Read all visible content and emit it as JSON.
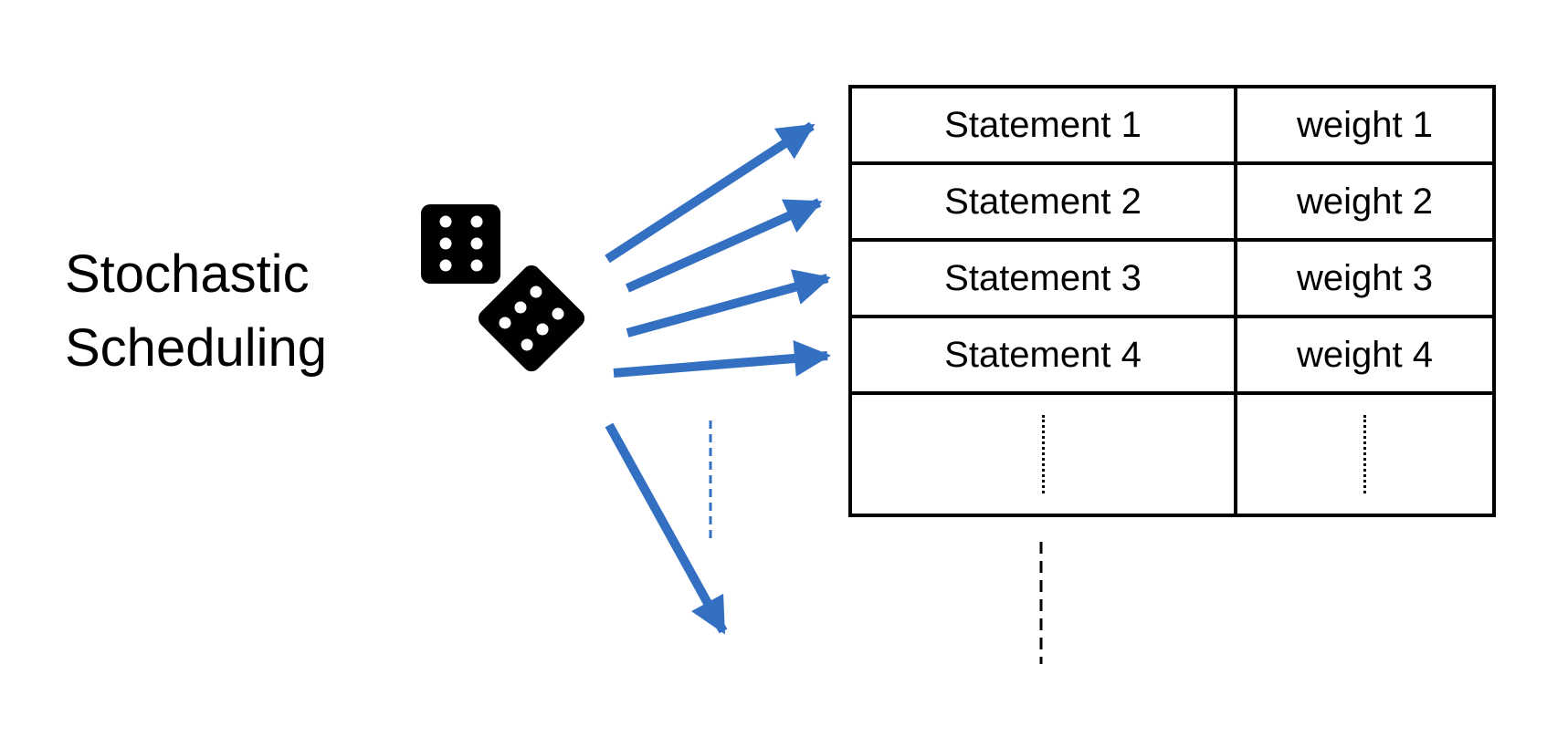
{
  "title": [
    "Stochastic",
    "Scheduling"
  ],
  "table": {
    "rows": [
      {
        "statement": "Statement 1",
        "weight": "weight 1"
      },
      {
        "statement": "Statement 2",
        "weight": "weight 2"
      },
      {
        "statement": "Statement 3",
        "weight": "weight 3"
      },
      {
        "statement": "Statement 4",
        "weight": "weight 4"
      }
    ]
  },
  "icons": {
    "dice": "dice-icon"
  },
  "colors": {
    "arrow": "#3370c2",
    "text": "#000000",
    "dashed_vertical": "#000000"
  }
}
